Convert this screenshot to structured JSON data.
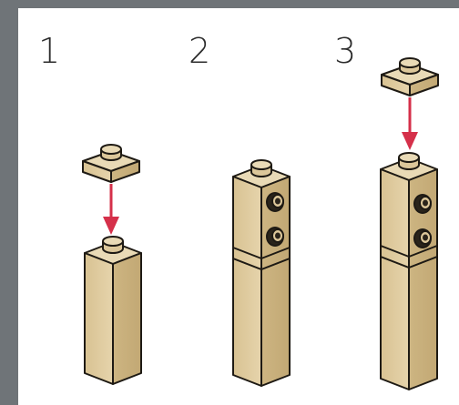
{
  "steps": [
    {
      "number": "1"
    },
    {
      "number": "2"
    },
    {
      "number": "3"
    }
  ],
  "colors": {
    "background": "#6f7478",
    "panel": "#ffffff",
    "brick_tan": "#dcc79a",
    "brick_tan_dark": "#c9b07c",
    "brick_tan_light": "#e9dab6",
    "outline": "#1e1a14",
    "arrow": "#d5304a"
  },
  "icons": [
    "tan-plate-1x1",
    "tan-brick-1x1-tall",
    "tan-brick-studs-side",
    "red-down-arrow"
  ]
}
